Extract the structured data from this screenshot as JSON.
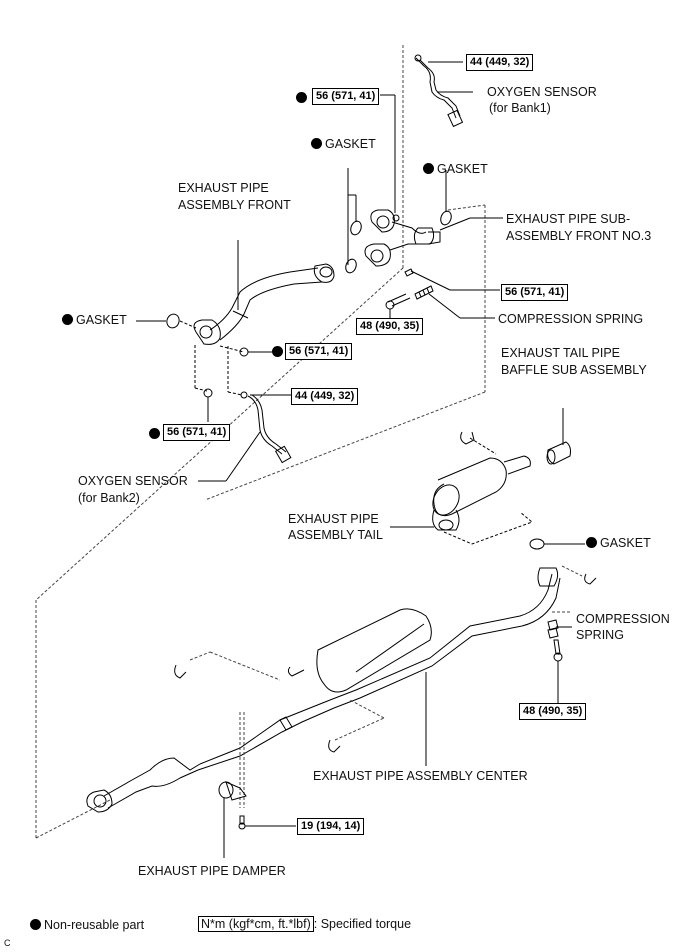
{
  "diagram": {
    "title": "Exhaust system exploded view",
    "parts": {
      "oxygen_sensor_bank1": {
        "name": "OXYGEN SENSOR",
        "sub": "(for Bank1)"
      },
      "oxygen_sensor_bank2": {
        "name": "OXYGEN SENSOR",
        "sub": "(for Bank2)"
      },
      "gasket_upper_left": "GASKET",
      "gasket_upper_right": "GASKET",
      "gasket_left": "GASKET",
      "gasket_tail": "GASKET",
      "pipe_front": {
        "line1": "EXHAUST PIPE",
        "line2": "ASSEMBLY FRONT"
      },
      "pipe_sub_front_no3": {
        "line1": "EXHAUST PIPE SUB-",
        "line2": "ASSEMBLY FRONT NO.3"
      },
      "compression_spring_upper": "COMPRESSION SPRING",
      "tail_pipe_baffle": {
        "line1": "EXHAUST TAIL PIPE",
        "line2": "BAFFLE SUB ASSEMBLY"
      },
      "pipe_tail": {
        "line1": "EXHAUST PIPE",
        "line2": "ASSEMBLY TAIL"
      },
      "compression_spring_lower": {
        "line1": "COMPRESSION",
        "line2": "SPRING"
      },
      "pipe_center": "EXHAUST PIPE ASSEMBLY CENTER",
      "pipe_damper": "EXHAUST PIPE DAMPER"
    },
    "torques": {
      "o2_bank1": "44 (449, 32)",
      "nut_upper": "56 (571, 41)",
      "bolt_sub_front": "56 (571, 41)",
      "bolt_spring_upper": "48 (490, 35)",
      "nut_front_right": "56 (571, 41)",
      "o2_bank2": "44 (449, 32)",
      "nut_front_lower": "56 (571, 41)",
      "bolt_spring_lower": "48 (490, 35)",
      "bolt_damper": "19 (194, 14)"
    }
  },
  "legend": {
    "non_reusable": "Non-reusable part",
    "torque_unit": "N*m (kgf*cm, ft.*lbf)",
    "torque_desc": ": Specified torque"
  },
  "corner_mark": "C"
}
